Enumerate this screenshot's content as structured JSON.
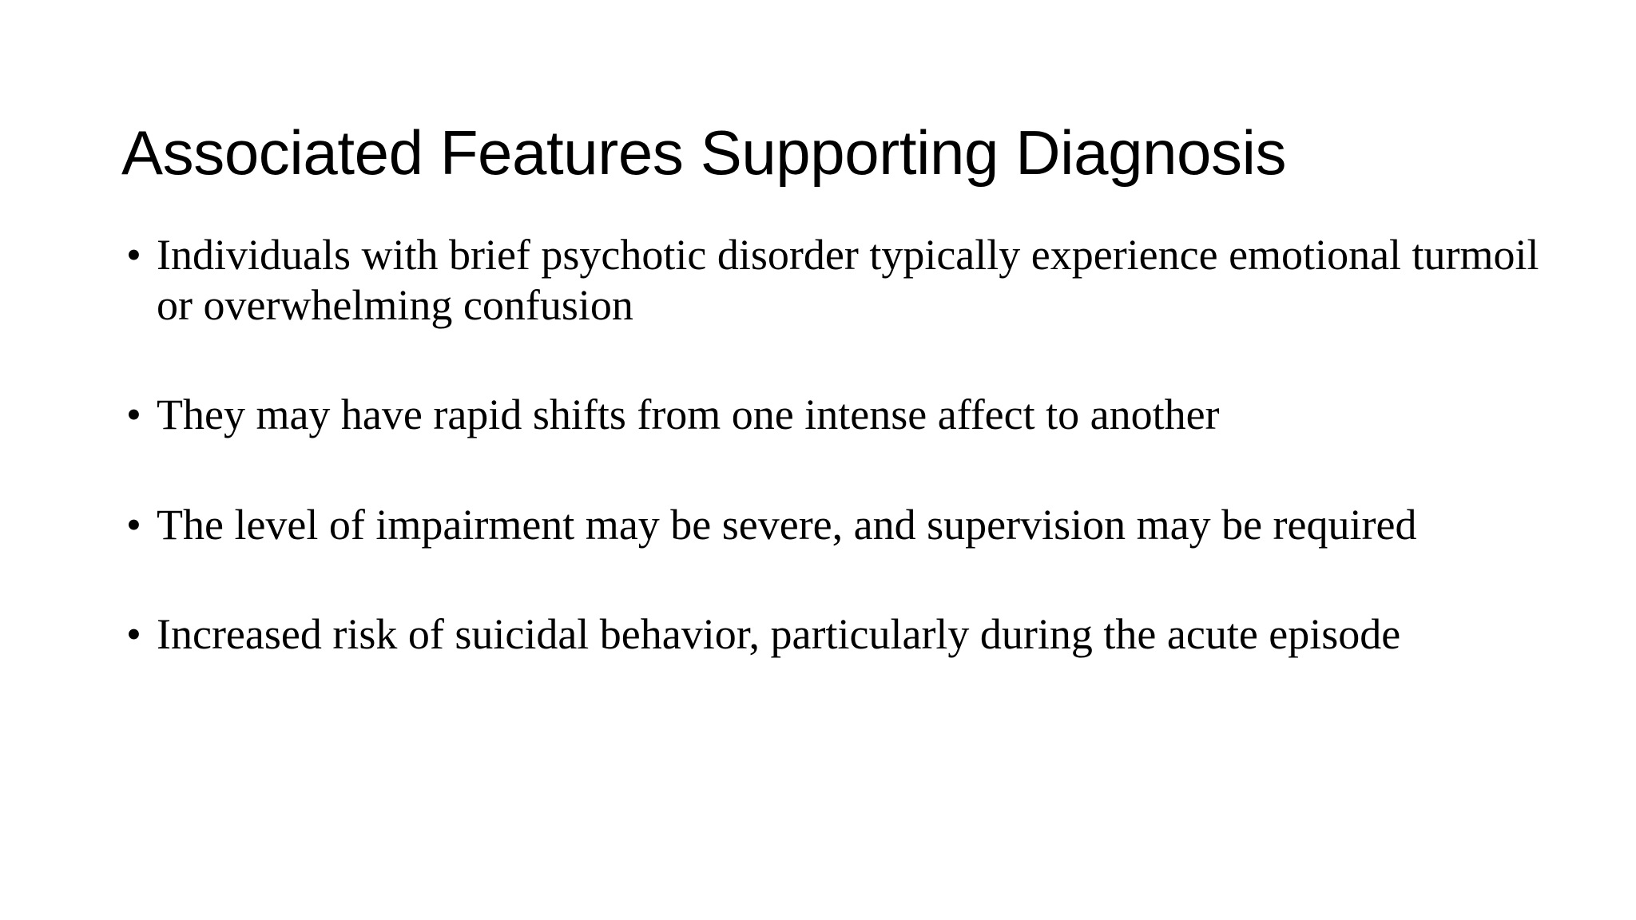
{
  "slide": {
    "background_color": "#ffffff",
    "text_color": "#000000",
    "title": "Associated Features Supporting Diagnosis",
    "bullet_marker": "•",
    "bullets": [
      {
        "text": "Individuals with brief psychotic disorder typically experience emotional turmoil or overwhelming confusion"
      },
      {
        "text": "They may have rapid shifts from one intense affect to another"
      },
      {
        "text": "The level of impairment may be severe, and supervision may be required"
      },
      {
        "text": "Increased risk of suicidal behavior, particularly during the acute episode"
      }
    ]
  }
}
